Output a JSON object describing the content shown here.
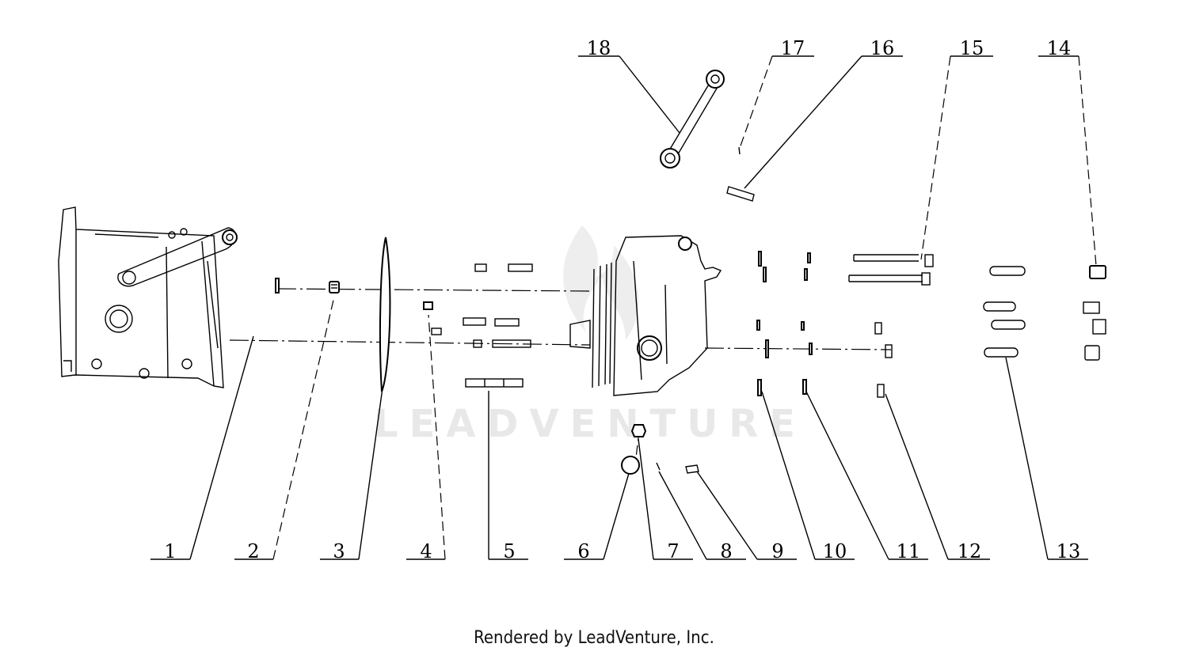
{
  "diagram": {
    "callouts": [
      "1",
      "2",
      "3",
      "4",
      "5",
      "6",
      "7",
      "8",
      "9",
      "10",
      "11",
      "12",
      "13",
      "14",
      "15",
      "16",
      "17",
      "18"
    ],
    "watermark": "LEADVENTURE"
  },
  "footer": {
    "credit": "Rendered by LeadVenture, Inc."
  }
}
